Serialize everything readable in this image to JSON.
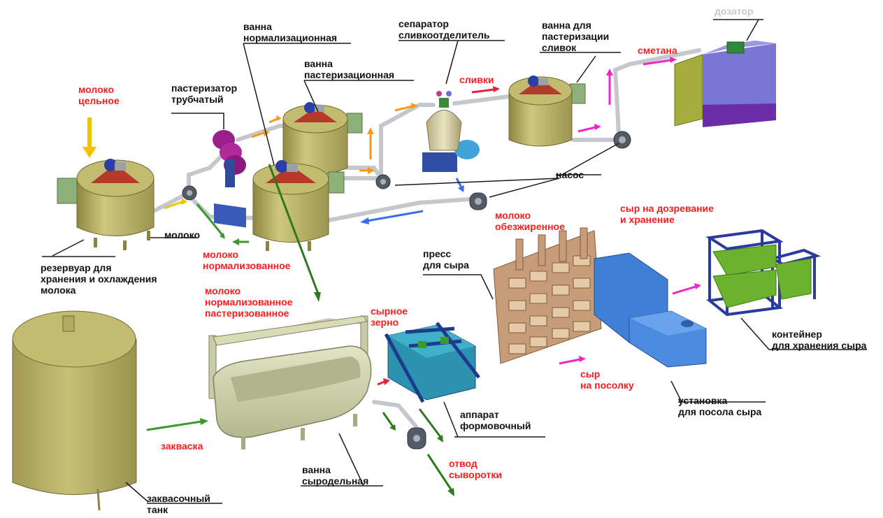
{
  "labels": {
    "milk_whole": "молоко\nцельное",
    "pasteurizer_tube": "пастеризатор\nтрубчатый",
    "bath_normalization": "ванна\nнормализационная",
    "bath_pasteurization": "ванна\nпастеризационная",
    "separator": "сепаратор\nсливкоотделитель",
    "cream": "сливки",
    "bath_cream_pasteurization": "ванна для\nпастеризации\nсливок",
    "sour_cream": "сметана",
    "dispenser": "дозатор",
    "pump": "насос",
    "milk": "молоко",
    "milk_normalized": "молоко\nнормализованное",
    "milk_skim": "молоко\nобезжиренное",
    "cheese_ripening": "сыр на дозревание\nи хранение",
    "reservoir": "резервуар для\nхранения и охлаждения\nмолока",
    "milk_norm_past": "молоко\nнормализованное\nпастеризованное",
    "cheese_grain": "сырное\nзерно",
    "press": "пресс\nдля сыра",
    "cheese_container": "контейнер\nдля хранения сыра",
    "cheese_salting": "сыр\nна посолку",
    "salting_unit": "установка\nдля посола сыра",
    "forming_apparatus": "аппарат\nформовочный",
    "starter": "закваска",
    "whey_drain": "отвод\nсыворотки",
    "cheese_bath": "ванна\nсыродельная",
    "starter_tank": "заквасочный\nтанк"
  },
  "colors": {
    "label_red": "#ff1a1a",
    "label_black": "#111111",
    "label_grey": "#c8c8c8",
    "tank": "#bcb368",
    "pipe": "#c9ccd0",
    "arrow_yellow": "#f3c300",
    "arrow_orange": "#f59a1a",
    "arrow_red": "#e8203a",
    "arrow_magenta": "#f025c8",
    "arrow_green": "#3a9a2a",
    "arrow_darkgreen": "#2d7a1e",
    "arrow_blue": "#3a6ee8",
    "equipment_blue": "#3f7fd6",
    "press_wood": "#d9b698",
    "container_frame": "#2a3aa0",
    "container_tray": "#6bb32f"
  }
}
